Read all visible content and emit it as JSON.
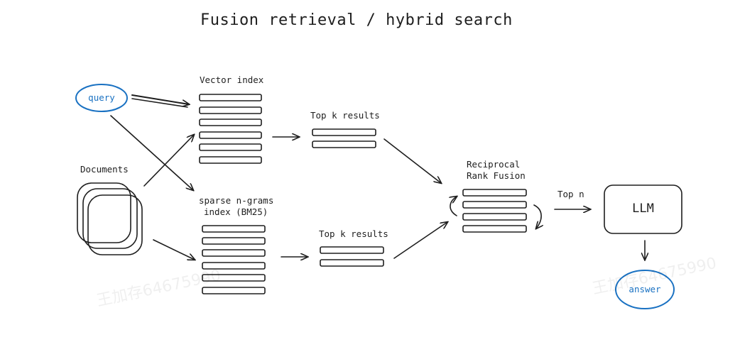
{
  "title": "Fusion retrieval / hybrid search",
  "query_label": "query",
  "documents_label": "Documents",
  "vector_index_label": "Vector index",
  "sparse_index_label_line1": "sparse n-grams",
  "sparse_index_label_line2": "index (BM25)",
  "top_k_label_upper": "Top k results",
  "top_k_label_lower": "Top k results",
  "fusion_label_line1": "Reciprocal",
  "fusion_label_line2": "Rank Fusion",
  "top_n_label": "Top n",
  "llm_label": "LLM",
  "answer_label": "answer",
  "watermark_text_1": "王加存64675990",
  "watermark_text_2": "王加存64675990",
  "colors": {
    "ink": "#1e1e1e",
    "accent": "#1971c2",
    "background": "#ffffff"
  }
}
